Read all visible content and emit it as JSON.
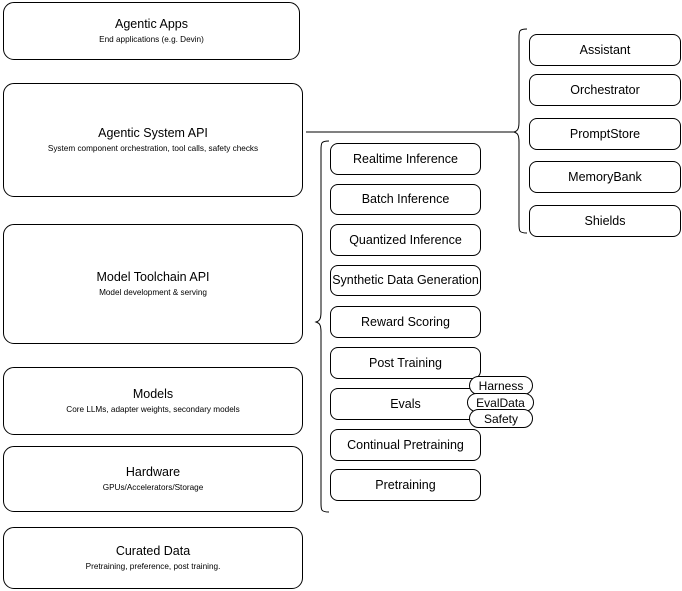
{
  "diagram": {
    "type": "layered-stack-diagram",
    "background": "#ffffff",
    "stroke": "#000000"
  },
  "layers": [
    {
      "id": "agentic-apps",
      "title": "Agentic Apps",
      "subtitle": "End applications (e.g. Devin)"
    },
    {
      "id": "agentic-system-api",
      "title": "Agentic System API",
      "subtitle": "System component orchestration, tool calls, safety checks"
    },
    {
      "id": "model-toolchain-api",
      "title": "Model Toolchain API",
      "subtitle": "Model development & serving"
    },
    {
      "id": "models",
      "title": "Models",
      "subtitle": "Core LLMs, adapter weights, secondary models"
    },
    {
      "id": "hardware",
      "title": "Hardware",
      "subtitle": "GPUs/Accelerators/Storage"
    },
    {
      "id": "curated-data",
      "title": "Curated Data",
      "subtitle": "Pretraining, preference, post training."
    }
  ],
  "toolchain_items": [
    {
      "id": "realtime-inference",
      "label": "Realtime Inference"
    },
    {
      "id": "batch-inference",
      "label": "Batch Inference"
    },
    {
      "id": "quantized-inference",
      "label": "Quantized Inference"
    },
    {
      "id": "synthetic-data-generation",
      "label": "Synthetic Data Generation"
    },
    {
      "id": "reward-scoring",
      "label": "Reward Scoring"
    },
    {
      "id": "post-training",
      "label": "Post Training"
    },
    {
      "id": "evals",
      "label": "Evals"
    },
    {
      "id": "continual-pretraining",
      "label": "Continual Pretraining"
    },
    {
      "id": "pretraining",
      "label": "Pretraining"
    }
  ],
  "eval_tags": [
    {
      "id": "harness",
      "label": "Harness"
    },
    {
      "id": "evaldata",
      "label": "EvalData"
    },
    {
      "id": "safety",
      "label": "Safety"
    }
  ],
  "system_items": [
    {
      "id": "assistant",
      "label": "Assistant"
    },
    {
      "id": "orchestrator",
      "label": "Orchestrator"
    },
    {
      "id": "promptstore",
      "label": "PromptStore"
    },
    {
      "id": "memorybank",
      "label": "MemoryBank"
    },
    {
      "id": "shields",
      "label": "Shields"
    }
  ]
}
